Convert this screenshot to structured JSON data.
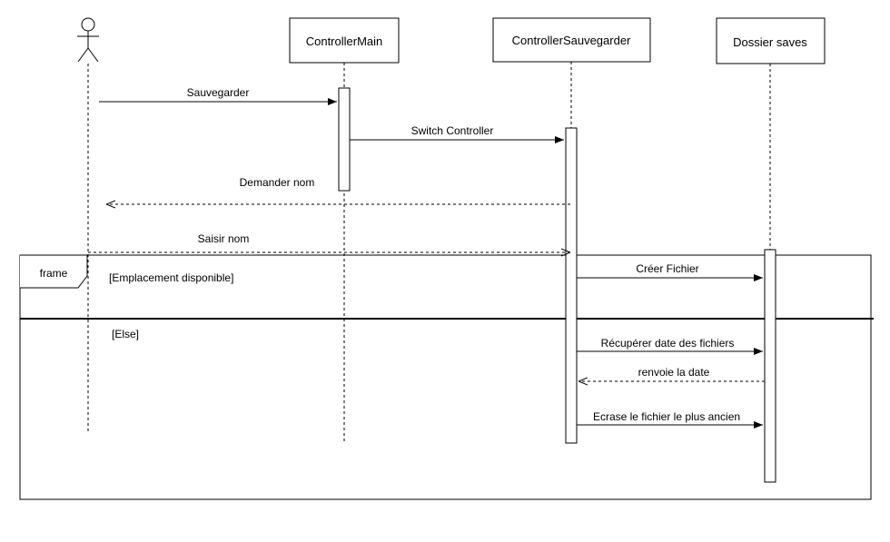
{
  "colors": {
    "stroke": "#000000",
    "background": "#ffffff"
  },
  "actor": {
    "icon": "stick-figure-icon"
  },
  "participants": [
    {
      "id": "main",
      "label": "ControllerMain"
    },
    {
      "id": "sauvegarder",
      "label": "ControllerSauvegarder"
    },
    {
      "id": "saves",
      "label": "Dossier saves"
    }
  ],
  "messages": [
    {
      "id": "sauvegarder",
      "label": "Sauvegarder",
      "from": "actor",
      "to": "main",
      "style": "sync"
    },
    {
      "id": "switch-controller",
      "label": "Switch Controller",
      "from": "main",
      "to": "sauvegarder",
      "style": "sync"
    },
    {
      "id": "demander-nom",
      "label": "Demander nom",
      "from": "sauvegarder",
      "to": "actor",
      "style": "return"
    },
    {
      "id": "saisir-nom",
      "label": "Saisir nom",
      "from": "actor",
      "to": "sauvegarder",
      "style": "return"
    },
    {
      "id": "creer-fichier",
      "label": "Créer Fichier",
      "from": "sauvegarder",
      "to": "saves",
      "style": "sync"
    },
    {
      "id": "recuperer-date",
      "label": "Récupérer date des fichiers",
      "from": "sauvegarder",
      "to": "saves",
      "style": "sync"
    },
    {
      "id": "renvoie-date",
      "label": "renvoie la date",
      "from": "saves",
      "to": "sauvegarder",
      "style": "return"
    },
    {
      "id": "ecrase-fichier",
      "label": "Ecrase le fichier le plus ancien",
      "from": "sauvegarder",
      "to": "saves",
      "style": "sync"
    }
  ],
  "frame": {
    "label": "frame",
    "guards": [
      "[Emplacement disponible]",
      "[Else]"
    ]
  }
}
